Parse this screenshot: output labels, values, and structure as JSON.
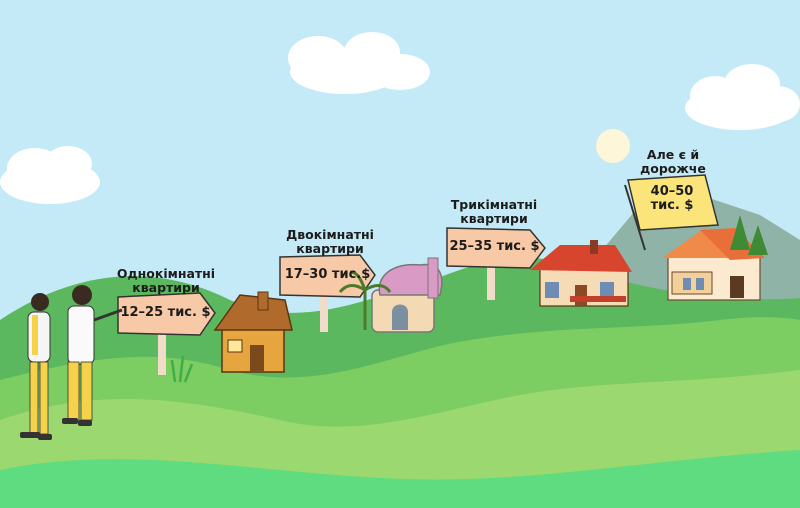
{
  "colors": {
    "sky": "#c5eaf7",
    "cloud": "#ffffff",
    "hill_dark": "#5bb85e",
    "hill_light": "#9bd86f",
    "sign": "#f7c9a6",
    "post": "#f0dcc8",
    "flag": "#fbe57a",
    "sun": "#fdf6d8"
  },
  "signs": [
    {
      "title": "Однокімнатні квартири",
      "price": "12–25 тис. $"
    },
    {
      "title": "Двокімнатні квартири",
      "price": "17–30 тис.$"
    },
    {
      "title": "Трикімнатні квартири",
      "price": "25–35 тис. $"
    }
  ],
  "flag": {
    "title": "Але є й дорожче",
    "price": "40–50 тис. $"
  },
  "icons": [
    "cloud-icon",
    "sun-icon",
    "couple-illustration",
    "wooden-cottage-icon",
    "fairytale-house-icon",
    "red-roof-house-icon",
    "orange-roof-house-icon",
    "pine-tree-icon"
  ]
}
